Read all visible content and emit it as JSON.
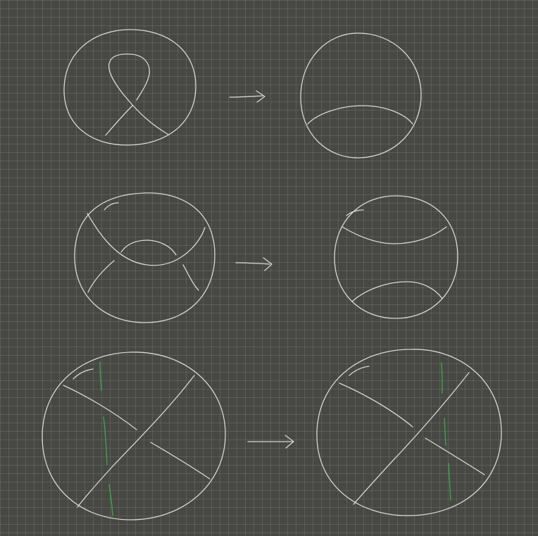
{
  "canvas": {
    "background": "#474844",
    "grid": true,
    "grid_color": "#5f6159"
  },
  "strokes": {
    "primary_color": "#e6e6e6",
    "accent_color": "#3fa34d"
  },
  "figure": {
    "rows": [
      {
        "left": "ball-with-loop-crossing",
        "arrow": "arrow-right",
        "right": "ball-with-single-arc"
      },
      {
        "left": "ball-with-saddle-arcs",
        "arrow": "arrow-right",
        "right": "ball-with-two-arcs"
      },
      {
        "left": "ball-with-crossing-and-green-marks",
        "arrow": "arrow-right",
        "right": "ball-with-crossing-and-green-marks"
      }
    ]
  }
}
